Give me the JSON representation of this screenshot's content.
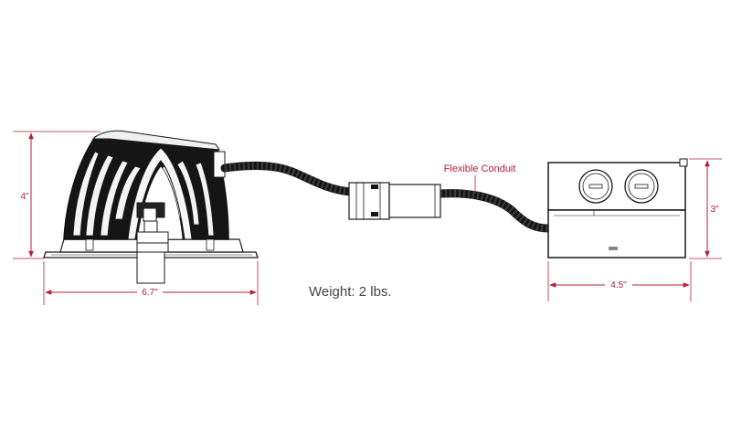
{
  "colors": {
    "dimension": "#b0203a",
    "line_art": "#1a1a1a",
    "fill_dark": "#151515",
    "background": "#ffffff"
  },
  "dimensions": {
    "fixture_height": "4\"",
    "fixture_width": "6.7\"",
    "box_height": "3\"",
    "box_width": "4.5\""
  },
  "callout": {
    "label": "Flexible Conduit"
  },
  "weight": {
    "label": "Weight: 2 lbs."
  },
  "components": {
    "fixture": "recessed-downlight-housing",
    "conduit": "flexible-conduit",
    "junction_box": "junction-box"
  }
}
